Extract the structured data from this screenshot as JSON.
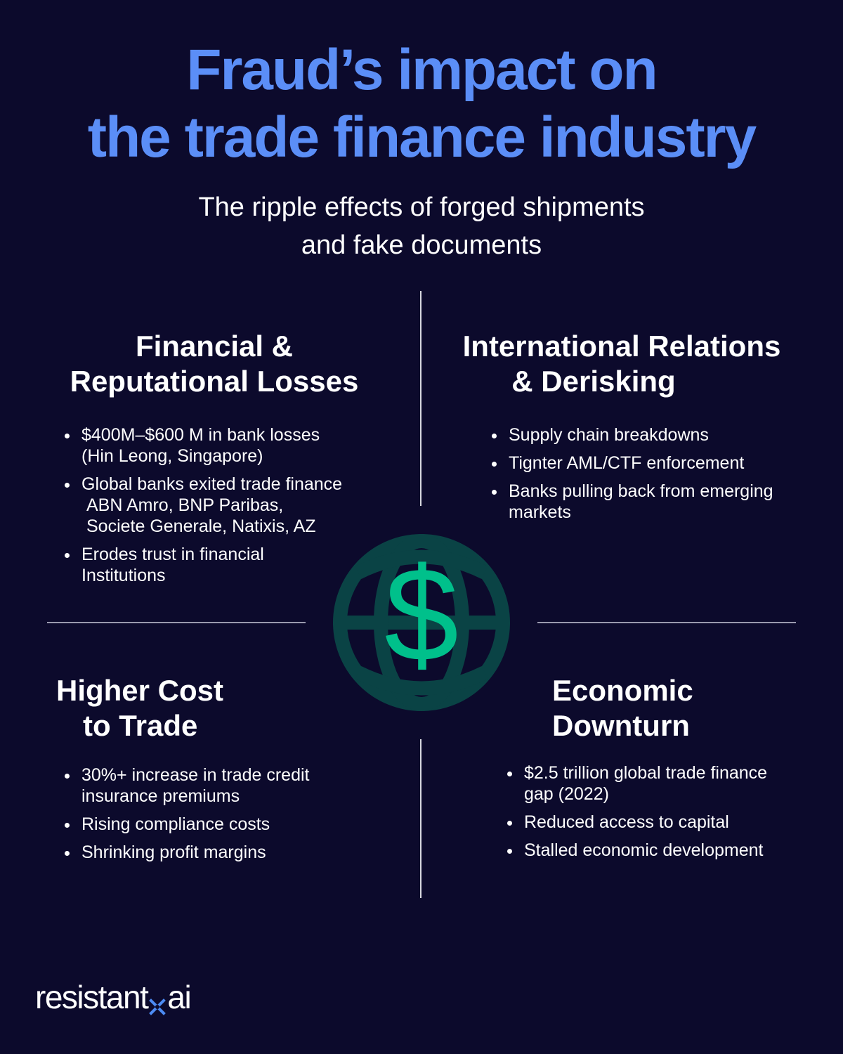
{
  "header": {
    "title_line1": "Fraud’s impact on",
    "title_line2": "the trade finance industry",
    "subtitle_line1": "The ripple effects of forged shipments",
    "subtitle_line2": "and fake documents"
  },
  "colors": {
    "background": "#0c0a2c",
    "title": "#5b8ef7",
    "globe": "#0a4345",
    "dollar": "#00c08b",
    "logo_x": "#4d8cf5"
  },
  "quadrants": {
    "top_left": {
      "heading_line1": "Financial &",
      "heading_line2": "Reputational Losses",
      "bullets": [
        {
          "line1": "$400M–$600 M in bank losses",
          "line2": "(Hin Leong, Singapore)"
        },
        {
          "line1": "Global banks exited trade finance",
          "line2": "ABN Amro, BNP Paribas,",
          "line3": "Societe Generale, Natixis, AZ"
        },
        {
          "line1": "Erodes trust in financial",
          "line2": "Institutions"
        }
      ]
    },
    "top_right": {
      "heading_line1": "International Relations",
      "heading_line2": "& Derisking",
      "bullets": [
        {
          "line1": "Supply chain breakdowns"
        },
        {
          "line1": "Tignter AML/CTF enforcement"
        },
        {
          "line1": "Banks pulling back from emerging",
          "line2": "markets"
        }
      ]
    },
    "bottom_left": {
      "heading_line1": "Higher Cost",
      "heading_line2": "to Trade",
      "bullets": [
        {
          "line1": "30%+ increase in trade credit",
          "line2": "insurance premiums"
        },
        {
          "line1": "Rising compliance costs"
        },
        {
          "line1": "Shrinking profit margins"
        }
      ]
    },
    "bottom_right": {
      "heading_line1": "Economic",
      "heading_line2": "Downturn",
      "bullets": [
        {
          "line1": "$2.5 trillion global trade finance",
          "line2": "gap (2022)"
        },
        {
          "line1": "Reduced access to capital"
        },
        {
          "line1": "Stalled economic development"
        }
      ]
    }
  },
  "center_icon": {
    "name": "globe-dollar-icon",
    "symbol": "$"
  },
  "logo": {
    "part1": "resistant",
    "part2": "ai"
  }
}
